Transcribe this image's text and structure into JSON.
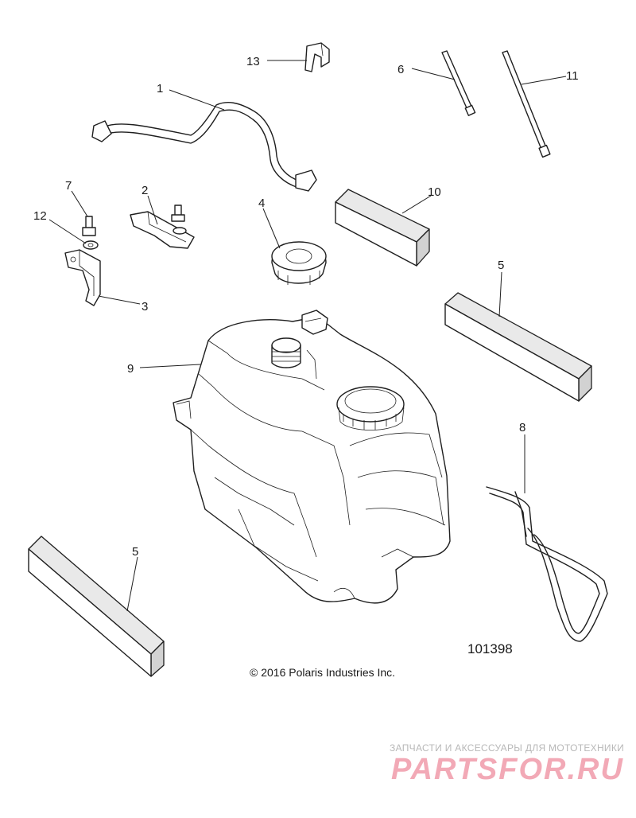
{
  "callouts": [
    {
      "number": "1"
    },
    {
      "number": "2"
    },
    {
      "number": "3"
    },
    {
      "number": "4"
    },
    {
      "number": "5"
    },
    {
      "number": "5"
    },
    {
      "number": "6"
    },
    {
      "number": "7"
    },
    {
      "number": "8"
    },
    {
      "number": "9"
    },
    {
      "number": "10"
    },
    {
      "number": "11"
    },
    {
      "number": "12"
    },
    {
      "number": "13"
    }
  ],
  "diagram_number": "101398",
  "copyright": "© 2016 Polaris Industries Inc.",
  "watermark": {
    "tagline": "ЗАПЧАСТИ И АКСЕССУАРЫ ДЛЯ МОТОТЕХНИКИ",
    "logo": "PARTSFOR.RU"
  },
  "colors": {
    "line": "#1f1f1f",
    "watermark": "#f2a9b6"
  }
}
